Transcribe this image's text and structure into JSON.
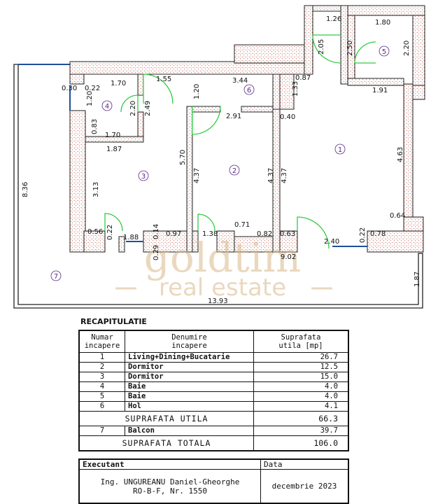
{
  "plan": {
    "dimensions": {
      "d_1_26": "1.26",
      "d_1_80": "1.80",
      "d_2_05": "2.05",
      "d_2_50": "2.50",
      "d_2_20a": "2.20",
      "d_1_91": "1.91",
      "d_0_87": "0.87",
      "d_3_44": "3.44",
      "d_1_55": "1.55",
      "d_1_33": "1.33",
      "d_0_30": "0.30",
      "d_0_22a": "0.22",
      "d_1_70a": "1.70",
      "d_1_20a": "1.20",
      "d_2_20b": "2.20",
      "d_2_49": "2.49",
      "d_1_20b": "1.20",
      "d_2_91": "2.91",
      "d_0_40": "0.40",
      "d_0_83": "0.83",
      "d_1_70b": "1.70",
      "d_1_87a": "1.87",
      "d_5_70": "5.70",
      "d_4_37a": "4.37",
      "d_4_37b": "4.37",
      "d_4_37c": "4.37",
      "d_4_63": "4.63",
      "d_8_36": "8.36",
      "d_3_13": "3.13",
      "d_0_56": "0.56",
      "d_0_22b": "0.22",
      "d_1_88": "1.88",
      "d_0_14": "0.14",
      "d_0_97": "0.97",
      "d_1_38": "1.38",
      "d_0_71": "0.71",
      "d_0_82": "0.82",
      "d_0_63": "0.63",
      "d_0_64": "0.64",
      "d_0_22c": "0.22",
      "d_0_78": "0.78",
      "d_2_40": "2.40",
      "d_0_29": "0.29",
      "d_9_02": "9.02",
      "d_1_87b": "1.87",
      "d_13_93": "13.93"
    },
    "rooms": [
      "1",
      "2",
      "3",
      "4",
      "5",
      "6",
      "7"
    ],
    "watermark": {
      "brand": "goldtim",
      "tagline": "real estate"
    },
    "colors": {
      "wall_dots": "#c0392b",
      "door": "#2ecc40",
      "glazing": "#1f4f9c",
      "watermark": "#d9b98a",
      "room_label": "#5b2a86"
    }
  },
  "recap": {
    "title": "RECAPITULATIE",
    "headers": {
      "num_l1": "Numar",
      "num_l2": "incapere",
      "name_l1": "Denumire",
      "name_l2": "incapere",
      "area_l1": "Suprafata",
      "area_l2": "utila [mp]"
    },
    "rows": [
      {
        "num": "1",
        "name": "Living+Dining+Bucatarie",
        "area": "26.7"
      },
      {
        "num": "2",
        "name": "Dormitor",
        "area": "12.5"
      },
      {
        "num": "3",
        "name": "Dormitor",
        "area": "15.0"
      },
      {
        "num": "4",
        "name": "Baie",
        "area": "4.0"
      },
      {
        "num": "5",
        "name": "Baie",
        "area": "4.0"
      },
      {
        "num": "6",
        "name": "Hol",
        "area": "4.1"
      }
    ],
    "utila": {
      "label": "SUPRAFATA UTILA",
      "value": "66.3"
    },
    "balcon": {
      "num": "7",
      "name": "Balcon",
      "area": "39.7"
    },
    "totala": {
      "label": "SUPRAFATA TOTALA",
      "value": "106.0"
    },
    "executant_label": "Executant",
    "data_label": "Data",
    "executant_name": "Ing. UNGUREANU Daniel-Gheorghe",
    "executant_reg": "RO-B-F, Nr. 1550",
    "date": "decembrie 2023"
  }
}
